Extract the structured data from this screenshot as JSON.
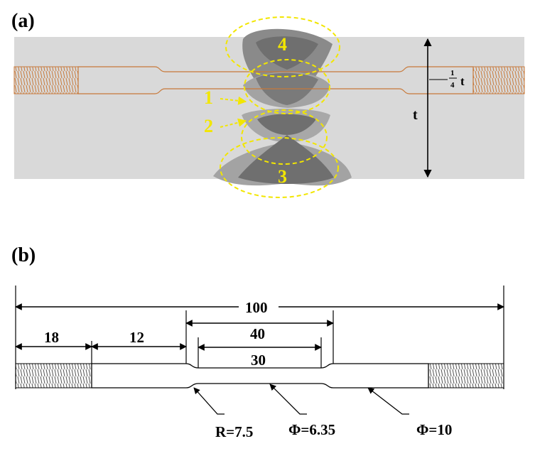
{
  "panel_a": {
    "label": "(a)",
    "zones": [
      "4",
      "1",
      "2",
      "3"
    ],
    "dim_t": "t",
    "frac_num": "1",
    "frac_den": "4",
    "frac_t": "t"
  },
  "panel_b": {
    "label": "(b)",
    "dim_total": "100",
    "dim_thread": "18",
    "dim_shoulder": "12",
    "dim_gauge_outer": "40",
    "dim_gauge_inner": "30",
    "callout_radius": "R=7.5",
    "callout_gauge_dia": "Φ=6.35",
    "callout_shoulder_dia": "Φ=10"
  },
  "colors": {
    "plate": "#d9d9d9",
    "specimen_outline": "#c8793a",
    "weld_dark": "#6f6f6f",
    "weld_light": "#a8a8a8",
    "zone_highlight": "#f2e600"
  }
}
